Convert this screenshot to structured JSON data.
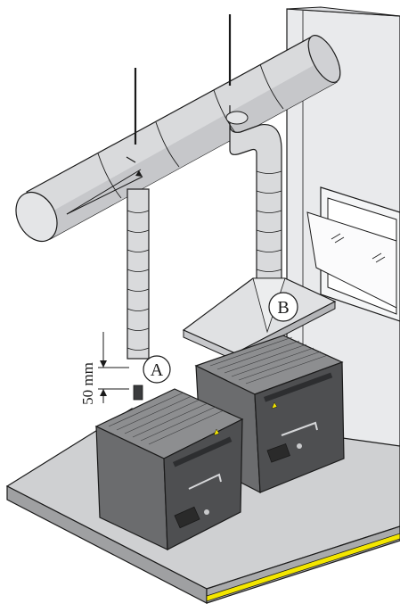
{
  "diagram": {
    "clearance_label": "50 mm",
    "callout_a": "A",
    "callout_b": "B"
  },
  "colors": {
    "duct": "#d9dadc",
    "duct_shadow": "#b9bbbe",
    "furnace_body": "#6b6c6e",
    "furnace_top": "#8d8e90",
    "furnace_side": "#4e4f51",
    "bench_top": "#cfd0d2",
    "bench_edge": "#9fa0a2",
    "safety_stripe": "#f3e600",
    "wall": "#e6e7e9",
    "outline": "#1a1a1a",
    "hood": "#e0e1e3"
  }
}
